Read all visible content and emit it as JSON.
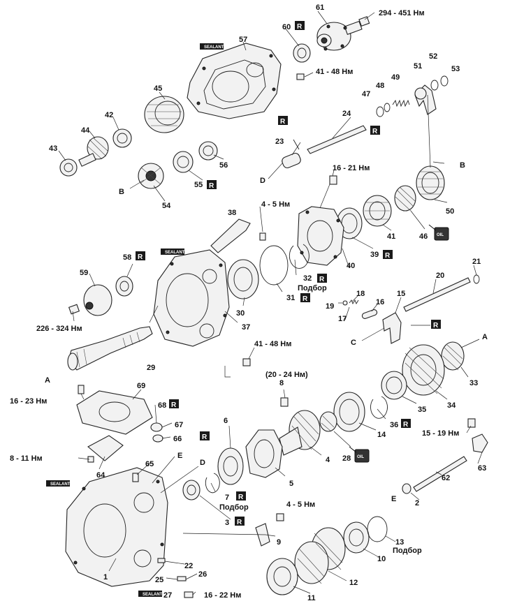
{
  "numbers": [
    "1",
    "2",
    "3",
    "4",
    "5",
    "6",
    "7",
    "8",
    "9",
    "10",
    "11",
    "12",
    "13",
    "14",
    "15",
    "16",
    "17",
    "18",
    "19",
    "20",
    "21",
    "22",
    "23",
    "24",
    "25",
    "26",
    "27",
    "28",
    "29",
    "30",
    "31",
    "32",
    "33",
    "34",
    "35",
    "36",
    "37",
    "38",
    "39",
    "40",
    "41",
    "42",
    "43",
    "44",
    "45",
    "46",
    "47",
    "48",
    "49",
    "50",
    "51",
    "52",
    "53",
    "54",
    "55",
    "56",
    "57",
    "58",
    "59",
    "60",
    "61",
    "62",
    "63",
    "64",
    "65",
    "66",
    "67",
    "68",
    "69"
  ],
  "letters": [
    "A",
    "B",
    "C",
    "D",
    "E"
  ],
  "torques": {
    "t61": "294 - 451 Нм",
    "t57": "41 - 48 Нм",
    "t16a": "16 - 21 Нм",
    "t38": "4 - 5 Нм",
    "t59": "226 - 324 Нм",
    "t37": "41 - 48 Нм",
    "t8": "(20 - 24 Нм)",
    "t69": "16 - 23 Нм",
    "t63": "15 - 19 Нм",
    "t65": "8 - 11 Нм",
    "t9": "4 - 5 Нм",
    "t27": "16 - 22 Нм"
  },
  "selection_label": "Подбор",
  "badge_text": "R",
  "sealant_text": "SEALANT",
  "oil_text": "OIL"
}
